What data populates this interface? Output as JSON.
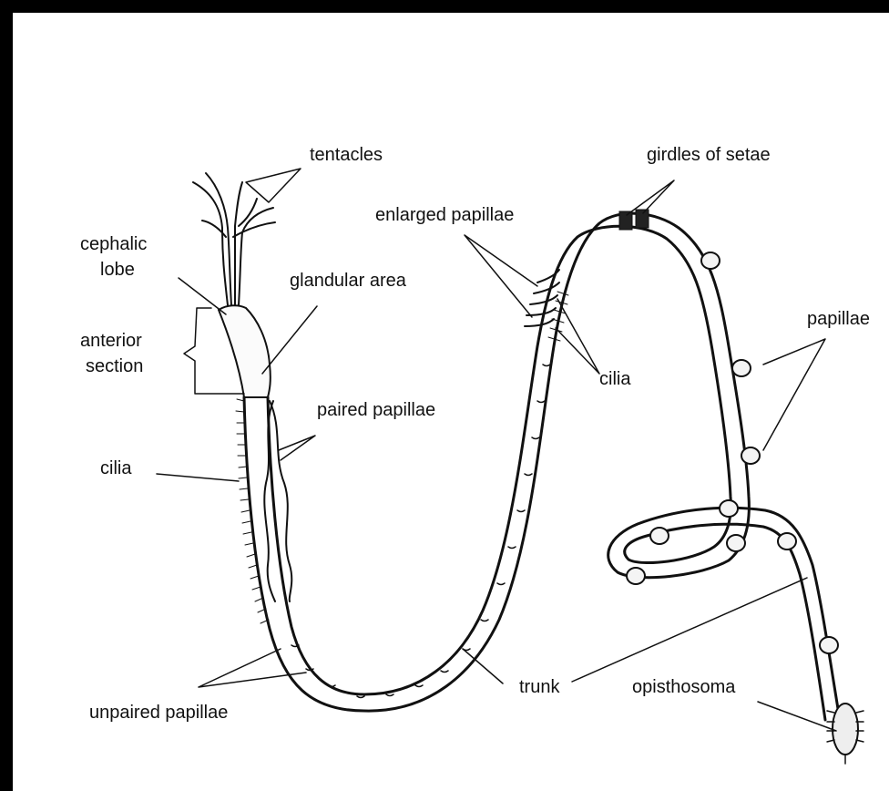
{
  "labels": {
    "tentacles": "tentacles",
    "cephalic_lobe_1": "cephalic",
    "cephalic_lobe_2": "lobe",
    "glandular_area": "glandular area",
    "anterior_section_1": "anterior",
    "anterior_section_2": "section",
    "paired_papillae": "paired papillae",
    "cilia_left": "cilia",
    "enlarged_papillae": "enlarged papillae",
    "cilia_mid": "cilia",
    "girdles_of_setae": "girdles of setae",
    "papillae": "papillae",
    "trunk": "trunk",
    "opisthosoma": "opisthosoma",
    "unpaired_papillae": "unpaired papillae"
  }
}
